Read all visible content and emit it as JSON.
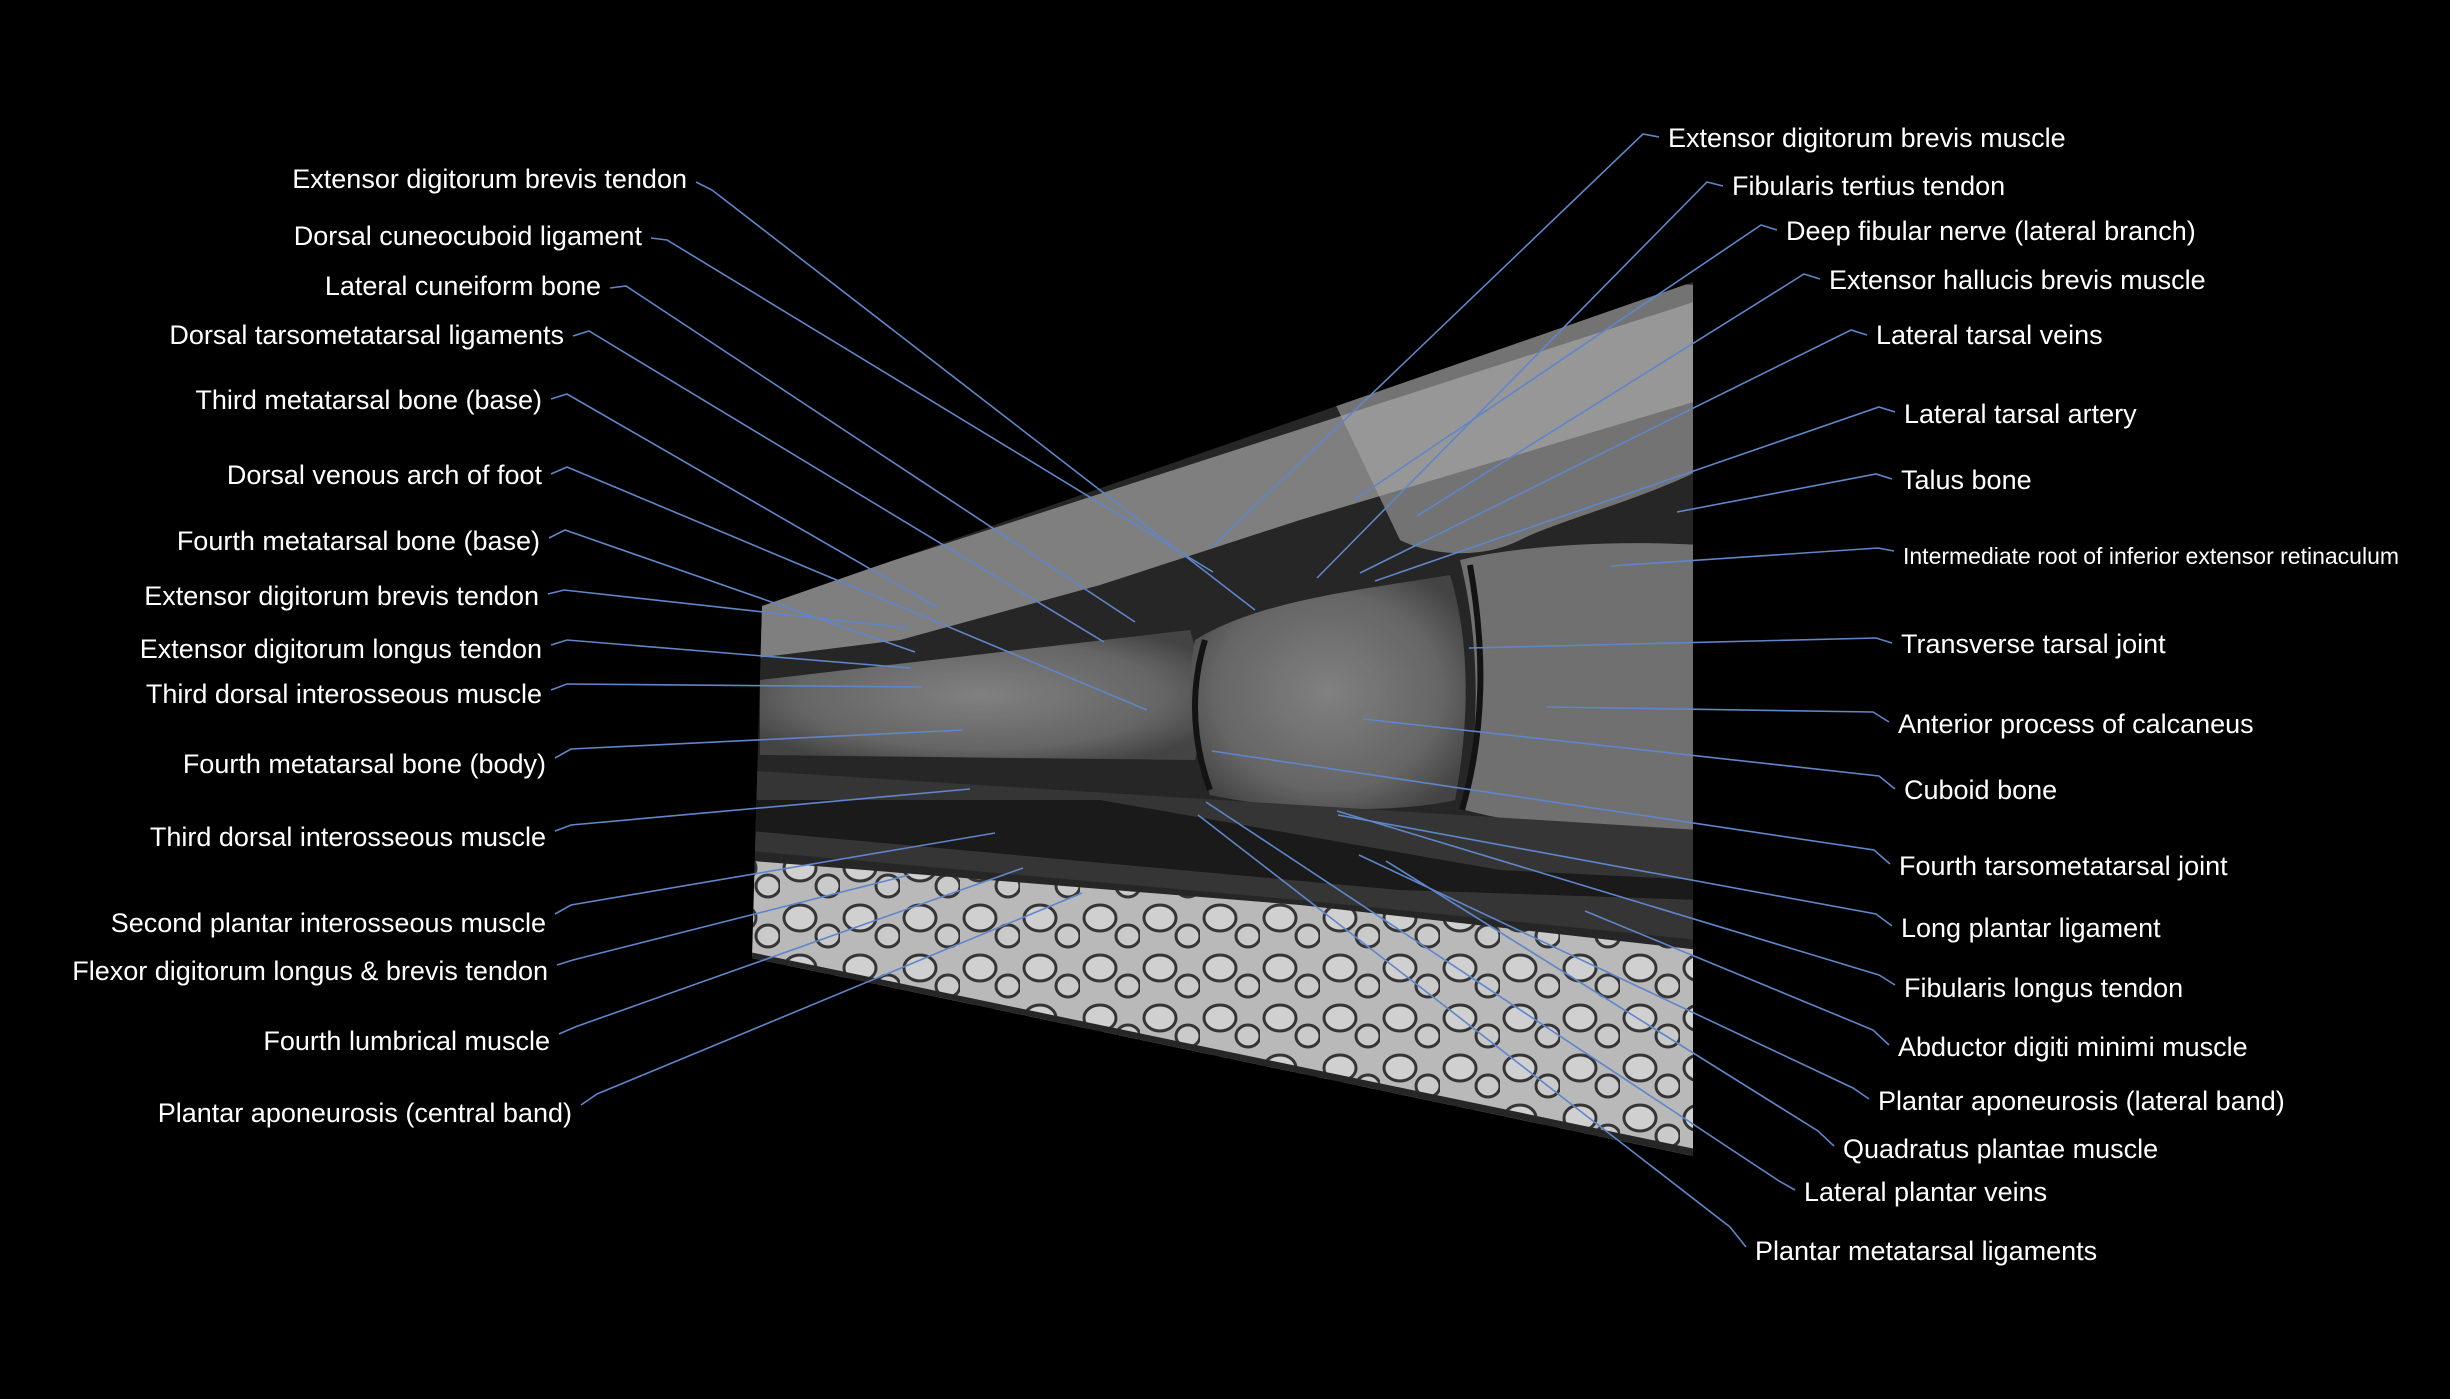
{
  "colors": {
    "background": "#000000",
    "label_text": "#ffffff",
    "leader_line": "#5f86c9"
  },
  "image": {
    "content": "MRI sagittal slice of the foot (midfoot / lateral column)"
  },
  "labels_left": [
    "Extensor digitorum brevis tendon",
    "Dorsal cuneocuboid ligament",
    "Lateral cuneiform bone",
    "Dorsal tarsometatarsal ligaments",
    "Third metatarsal bone (base)",
    "Dorsal venous arch of foot",
    "Fourth metatarsal bone (base)",
    "Extensor digitorum brevis tendon",
    "Extensor digitorum longus tendon",
    "Third dorsal interosseous muscle",
    "Fourth metatarsal bone (body)",
    "Third dorsal interosseous muscle",
    "Second plantar interosseous muscle",
    "Flexor digitorum longus & brevis tendon",
    "Fourth lumbrical muscle",
    "Plantar aponeurosis (central band)"
  ],
  "labels_right": [
    "Extensor digitorum brevis muscle",
    "Fibularis tertius tendon",
    "Deep fibular nerve (lateral branch)",
    "Extensor hallucis brevis muscle",
    "Lateral tarsal veins",
    "Lateral tarsal artery",
    "Talus bone",
    "Intermediate root of inferior extensor retinaculum",
    "Transverse tarsal joint",
    "Anterior process of calcaneus",
    "Cuboid bone",
    "Fourth tarsometatarsal joint",
    "Long plantar ligament",
    "Fibularis longus tendon",
    "Abductor digiti minimi muscle",
    "Plantar aponeurosis (lateral band)",
    "Quadratus plantae muscle",
    "Lateral plantar veins",
    "Plantar metatarsal ligaments"
  ]
}
